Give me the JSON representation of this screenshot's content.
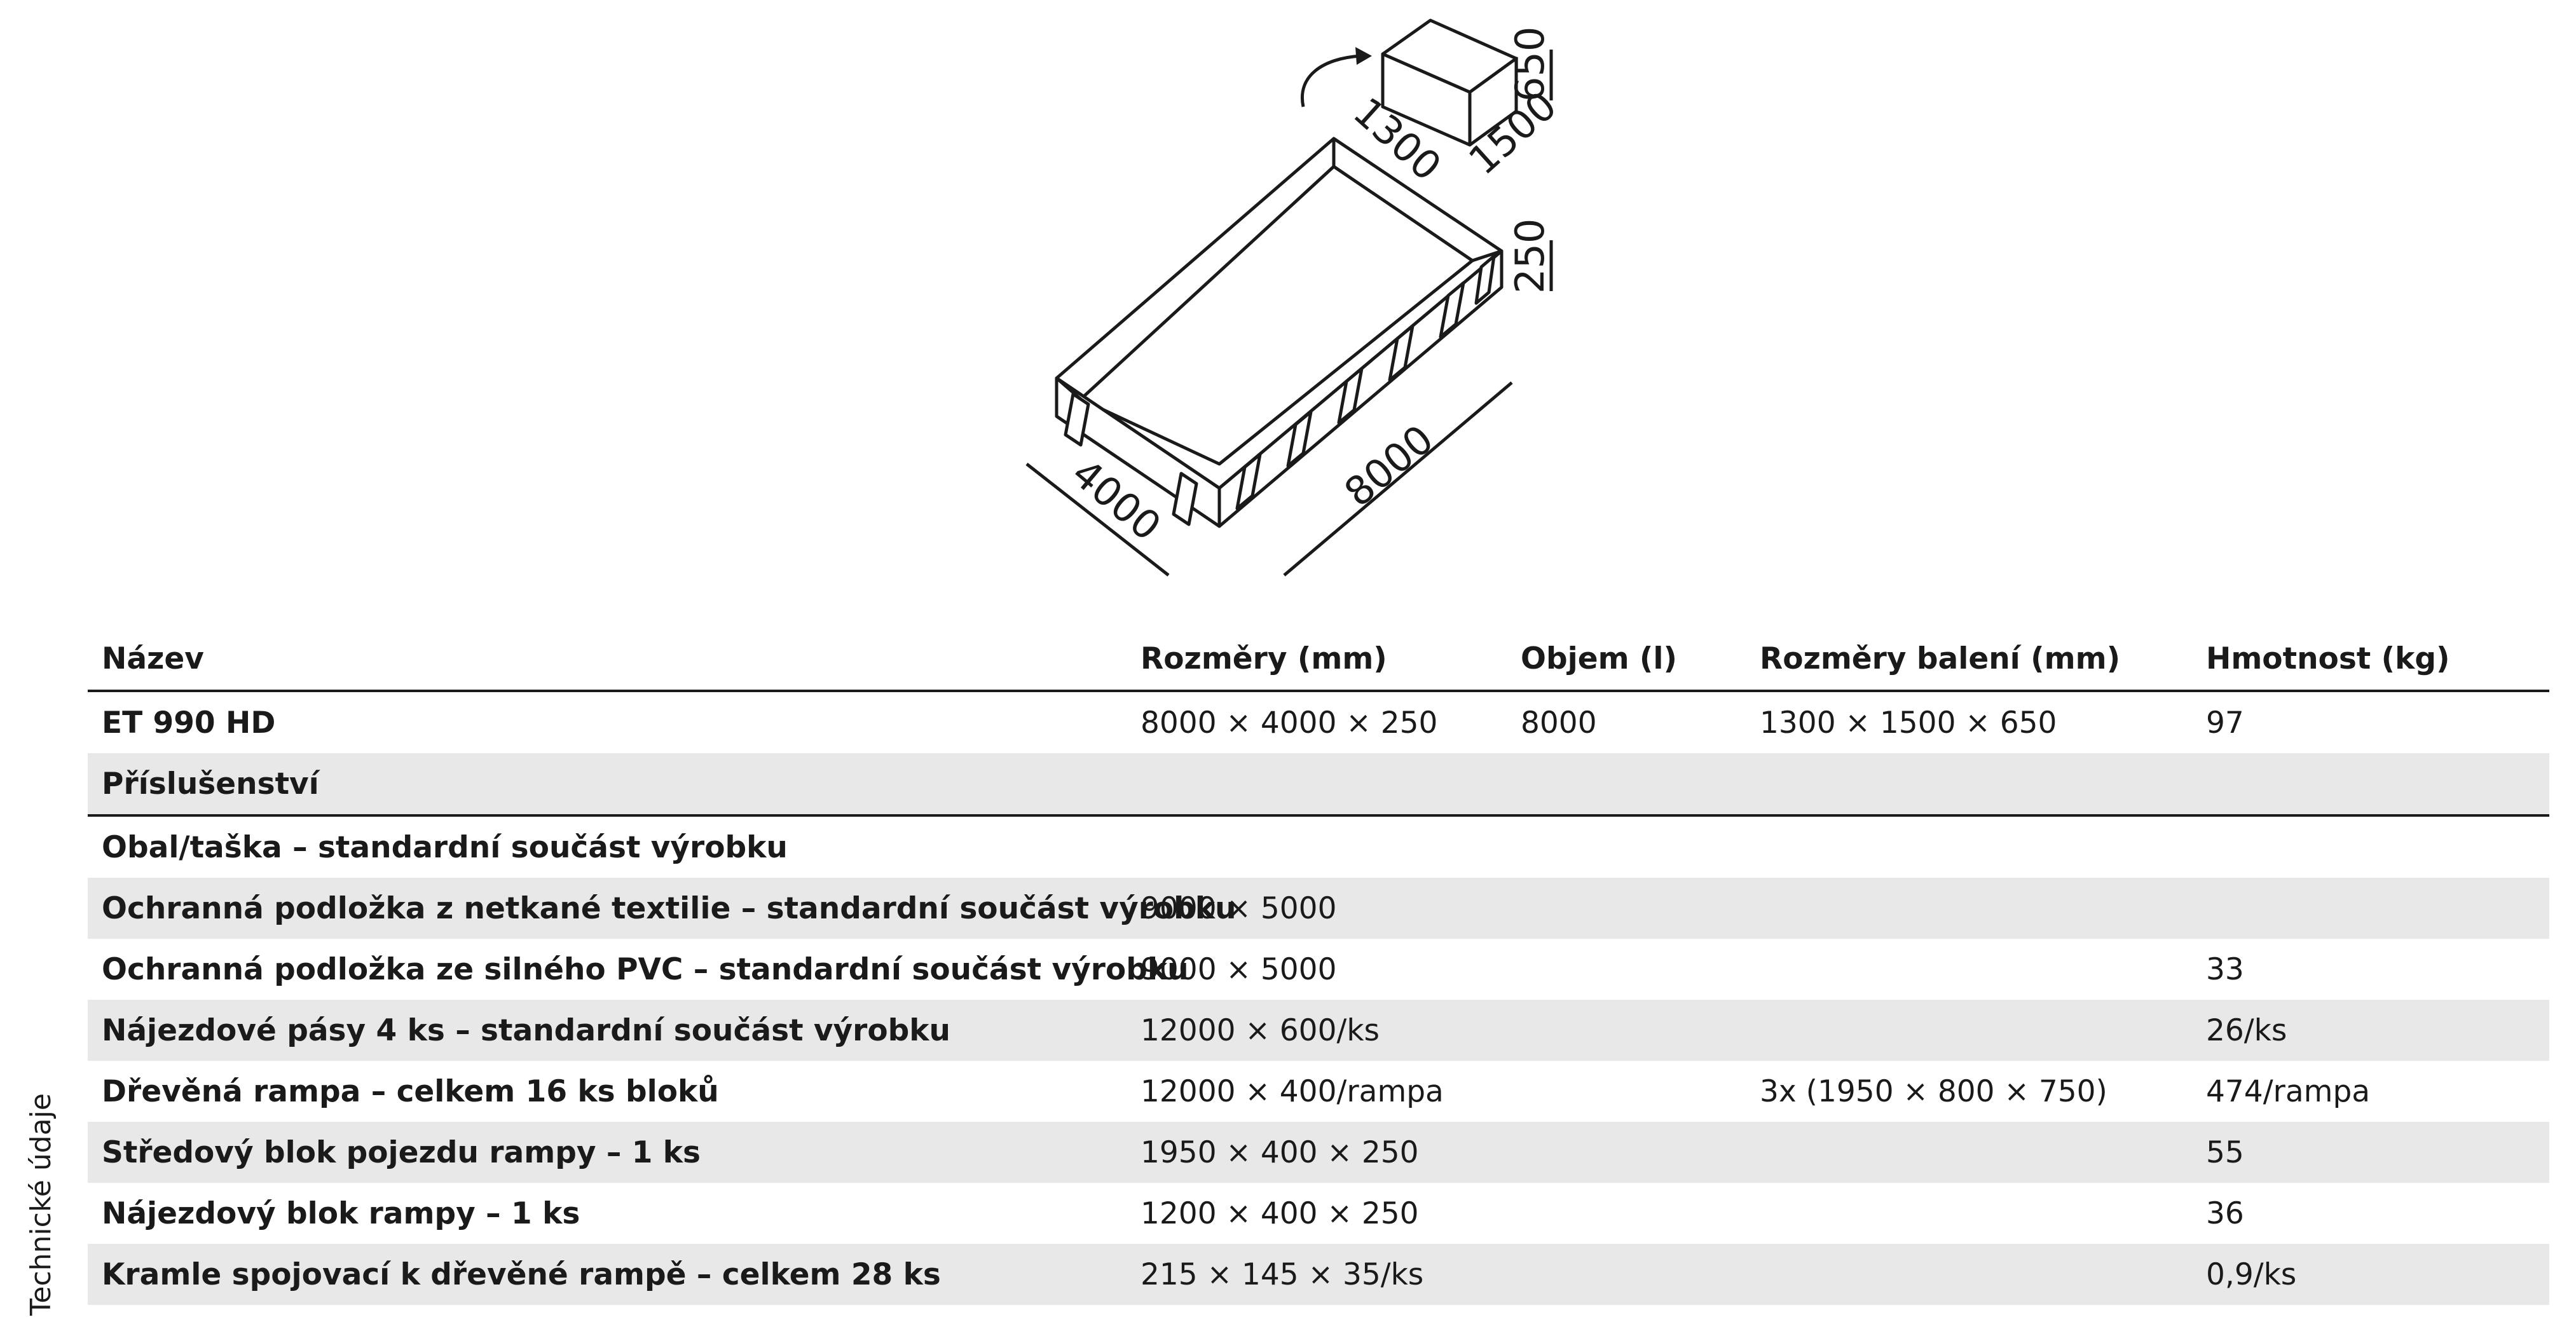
{
  "side_label": "Technické údaje",
  "diagram": {
    "dims": {
      "box_height": "650",
      "box_width": "1300",
      "box_depth": "1500",
      "tray_height": "250",
      "tray_width": "4000",
      "tray_length": "8000"
    }
  },
  "table": {
    "headers": [
      "Název",
      "Rozměry (mm)",
      "Objem (l)",
      "Rozměry balení (mm)",
      "Hmotnost (kg)"
    ],
    "product": {
      "name": "ET 990 HD",
      "dimensions": "8000 × 4000 × 250",
      "volume": "8000",
      "package": "1300 × 1500 × 650",
      "weight": "97"
    },
    "accessories_label": "Příslušenství",
    "accessories": [
      {
        "name": "Obal/taška – standardní součást výrobku",
        "dimensions": "",
        "volume": "",
        "package": "",
        "weight": ""
      },
      {
        "name": "Ochranná podložka z netkané textilie – standardní součást výrobku",
        "dimensions": "9000 × 5000",
        "volume": "",
        "package": "",
        "weight": ""
      },
      {
        "name": "Ochranná podložka ze silného PVC – standardní součást výrobku",
        "dimensions": "9000 × 5000",
        "volume": "",
        "package": "",
        "weight": "33"
      },
      {
        "name": "Nájezdové pásy 4 ks – standardní součást výrobku",
        "dimensions": "12000 × 600/ks",
        "volume": "",
        "package": "",
        "weight": "26/ks"
      },
      {
        "name": "Dřevěná rampa – celkem 16 ks bloků",
        "dimensions": "12000 × 400/rampa",
        "volume": "",
        "package": "3x (1950 × 800 × 750)",
        "weight": "474/rampa"
      },
      {
        "name": "Středový blok pojezdu rampy – 1 ks",
        "dimensions": "1950 × 400 × 250",
        "volume": "",
        "package": "",
        "weight": "55"
      },
      {
        "name": "Nájezdový blok rampy – 1 ks",
        "dimensions": "1200 × 400 × 250",
        "volume": "",
        "package": "",
        "weight": "36"
      },
      {
        "name": "Kramle spojovací k dřevěné rampě – celkem 28 ks",
        "dimensions": "215 × 145 × 35/ks",
        "volume": "",
        "package": "",
        "weight": "0,9/ks"
      }
    ]
  }
}
